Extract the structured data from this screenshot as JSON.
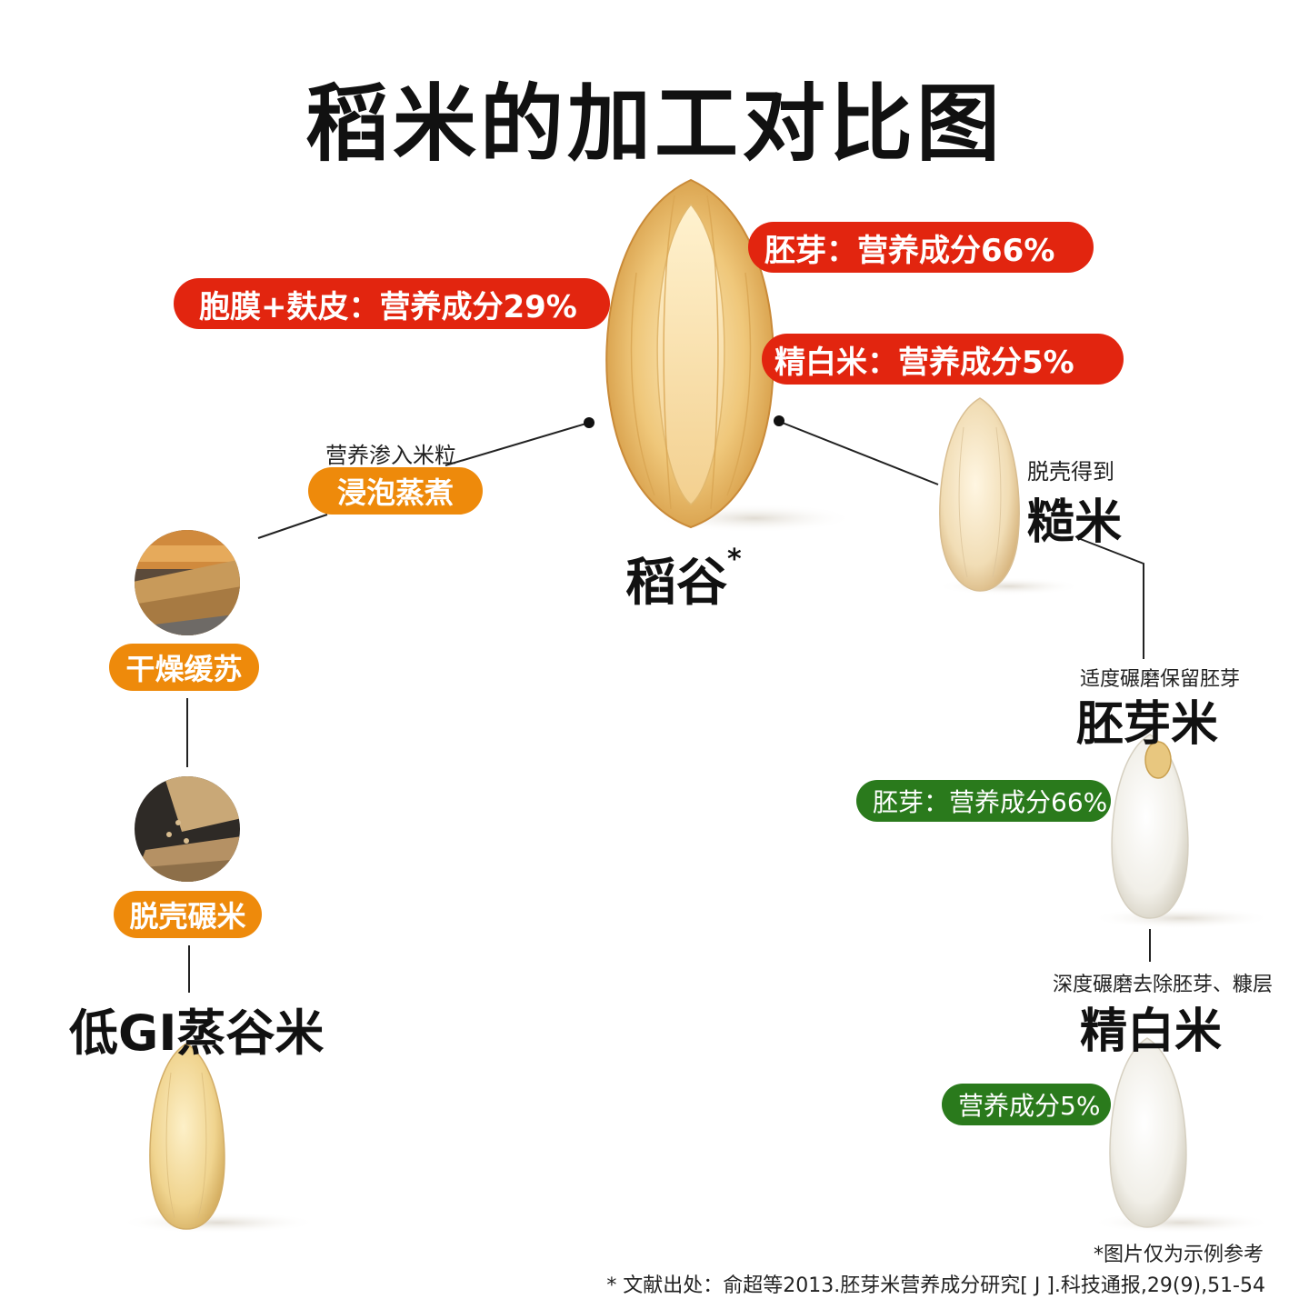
{
  "title": "稻米的加工对比图",
  "paddy": {
    "label": "稻谷",
    "mark": "*",
    "callouts": {
      "germ": "胚芽：营养成分66%",
      "bran": "胞膜+麸皮：营养成分29%",
      "white": "精白米：营养成分5%"
    }
  },
  "left_path": {
    "note": "营养渗入米粒",
    "steps": [
      "浸泡蒸煮",
      "干燥缓苏",
      "脱壳碾米"
    ],
    "result": "低GI蒸谷米"
  },
  "right_path": {
    "brown": {
      "note": "脱壳得到",
      "name": "糙米"
    },
    "germ_rice": {
      "note": "适度碾磨保留胚芽",
      "name": "胚芽米",
      "badge": "胚芽：营养成分66%"
    },
    "white_rice": {
      "note": "深度碾磨去除胚芽、糠层",
      "name": "精白米",
      "badge": "营养成分5%"
    }
  },
  "disclaimer": "*图片仅为示例参考",
  "citation": "* 文献出处：俞超等2013.胚芽米营养成分研究[ J ].科技通报,29(9),51-54",
  "colors": {
    "red": "#e2250f",
    "orange": "#ee8a0b",
    "green": "#2a7a1c"
  }
}
